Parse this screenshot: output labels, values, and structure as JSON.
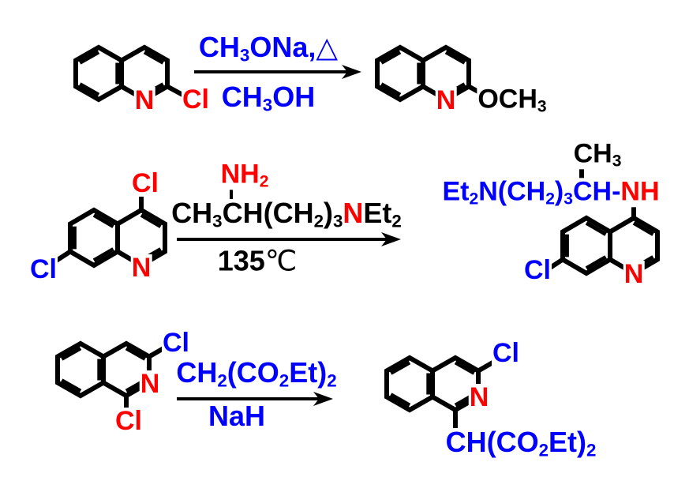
{
  "colors": {
    "black": "#000000",
    "red": "#ff0000",
    "blue": "#0000ff"
  },
  "reactions": [
    {
      "reactant": {
        "n": {
          "c": "red",
          "segs": [
            {
              "t": "N"
            }
          ]
        },
        "cl": {
          "c": "red",
          "segs": [
            {
              "t": "Cl"
            }
          ]
        }
      },
      "conditions": {
        "above": {
          "c": "blue",
          "segs": [
            {
              "t": "CH"
            },
            {
              "t": "3",
              "s": 1
            },
            {
              "t": "ONa,△"
            }
          ]
        },
        "below": {
          "c": "blue",
          "segs": [
            {
              "t": "CH"
            },
            {
              "t": "3",
              "s": 1
            },
            {
              "t": "OH"
            }
          ]
        }
      },
      "product": {
        "n": {
          "c": "red",
          "segs": [
            {
              "t": "N"
            }
          ]
        },
        "och3": {
          "c": "black",
          "segs": [
            {
              "t": "OCH"
            },
            {
              "t": "3",
              "s": 1
            }
          ]
        }
      }
    },
    {
      "reactant": {
        "cl4": {
          "c": "red",
          "segs": [
            {
              "t": "Cl"
            }
          ]
        },
        "cl7": {
          "c": "blue",
          "segs": [
            {
              "t": "Cl"
            }
          ]
        },
        "n": {
          "c": "red",
          "segs": [
            {
              "t": "N"
            }
          ]
        }
      },
      "conditions": {
        "nh2": {
          "c": "red",
          "segs": [
            {
              "t": "NH"
            },
            {
              "t": "2",
              "s": 1
            }
          ]
        },
        "amine": {
          "c": "black",
          "segs": [
            {
              "t": "CH"
            },
            {
              "t": "3",
              "s": 1
            },
            {
              "t": "CH(CH"
            },
            {
              "t": "2",
              "s": 1
            },
            {
              "t": ")"
            },
            {
              "t": "3",
              "s": 1
            },
            {
              "t": "N",
              "c": "red"
            },
            {
              "t": "Et"
            },
            {
              "t": "2",
              "s": 1
            }
          ]
        },
        "temp_value": "135",
        "temp_unit": "℃"
      },
      "product": {
        "ch3": {
          "c": "black",
          "segs": [
            {
              "t": "CH"
            },
            {
              "t": "3",
              "s": 1
            }
          ]
        },
        "chain": {
          "c": "blue",
          "segs": [
            {
              "t": "Et"
            },
            {
              "t": "2",
              "s": 1
            },
            {
              "t": "N(CH"
            },
            {
              "t": "2",
              "s": 1
            },
            {
              "t": ")"
            },
            {
              "t": "3",
              "s": 1
            },
            {
              "t": "CH-"
            },
            {
              "t": "NH",
              "c": "red"
            }
          ]
        },
        "cl": {
          "c": "blue",
          "segs": [
            {
              "t": "Cl"
            }
          ]
        },
        "n": {
          "c": "red",
          "segs": [
            {
              "t": "N"
            }
          ]
        }
      }
    },
    {
      "reactant": {
        "cl3": {
          "c": "blue",
          "segs": [
            {
              "t": "Cl"
            }
          ]
        },
        "n": {
          "c": "red",
          "segs": [
            {
              "t": "N"
            }
          ]
        },
        "cl1": {
          "c": "red",
          "segs": [
            {
              "t": "Cl"
            }
          ]
        }
      },
      "conditions": {
        "above": {
          "c": "blue",
          "segs": [
            {
              "t": "CH"
            },
            {
              "t": "2",
              "s": 1
            },
            {
              "t": "(CO"
            },
            {
              "t": "2",
              "s": 1
            },
            {
              "t": "Et)"
            },
            {
              "t": "2",
              "s": 1
            }
          ]
        },
        "below": {
          "c": "blue",
          "segs": [
            {
              "t": "NaH"
            }
          ]
        }
      },
      "product": {
        "cl": {
          "c": "blue",
          "segs": [
            {
              "t": "Cl"
            }
          ]
        },
        "n": {
          "c": "red",
          "segs": [
            {
              "t": "N"
            }
          ]
        },
        "ester": {
          "c": "blue",
          "segs": [
            {
              "t": "CH(CO"
            },
            {
              "t": "2",
              "s": 1
            },
            {
              "t": "Et)"
            },
            {
              "t": "2",
              "s": 1
            }
          ]
        }
      }
    }
  ]
}
